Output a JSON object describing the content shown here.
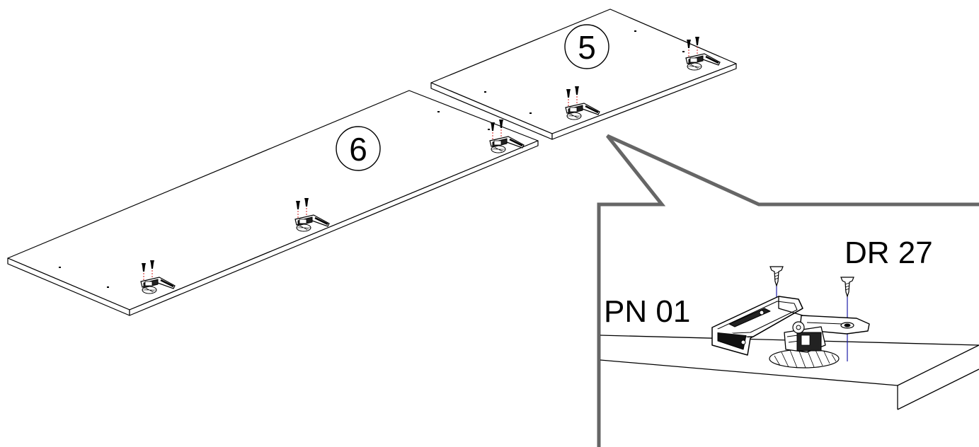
{
  "parts": {
    "panel_large": {
      "number": "6"
    },
    "panel_small": {
      "number": "5"
    }
  },
  "callout": {
    "hinge_code": "PN 01",
    "screw_code": "DR 27"
  },
  "colors": {
    "line": "#000000",
    "callout_border": "#666666",
    "screw_axis_red": "#d11b1b",
    "screw_axis_blue": "#1a1aa8"
  }
}
